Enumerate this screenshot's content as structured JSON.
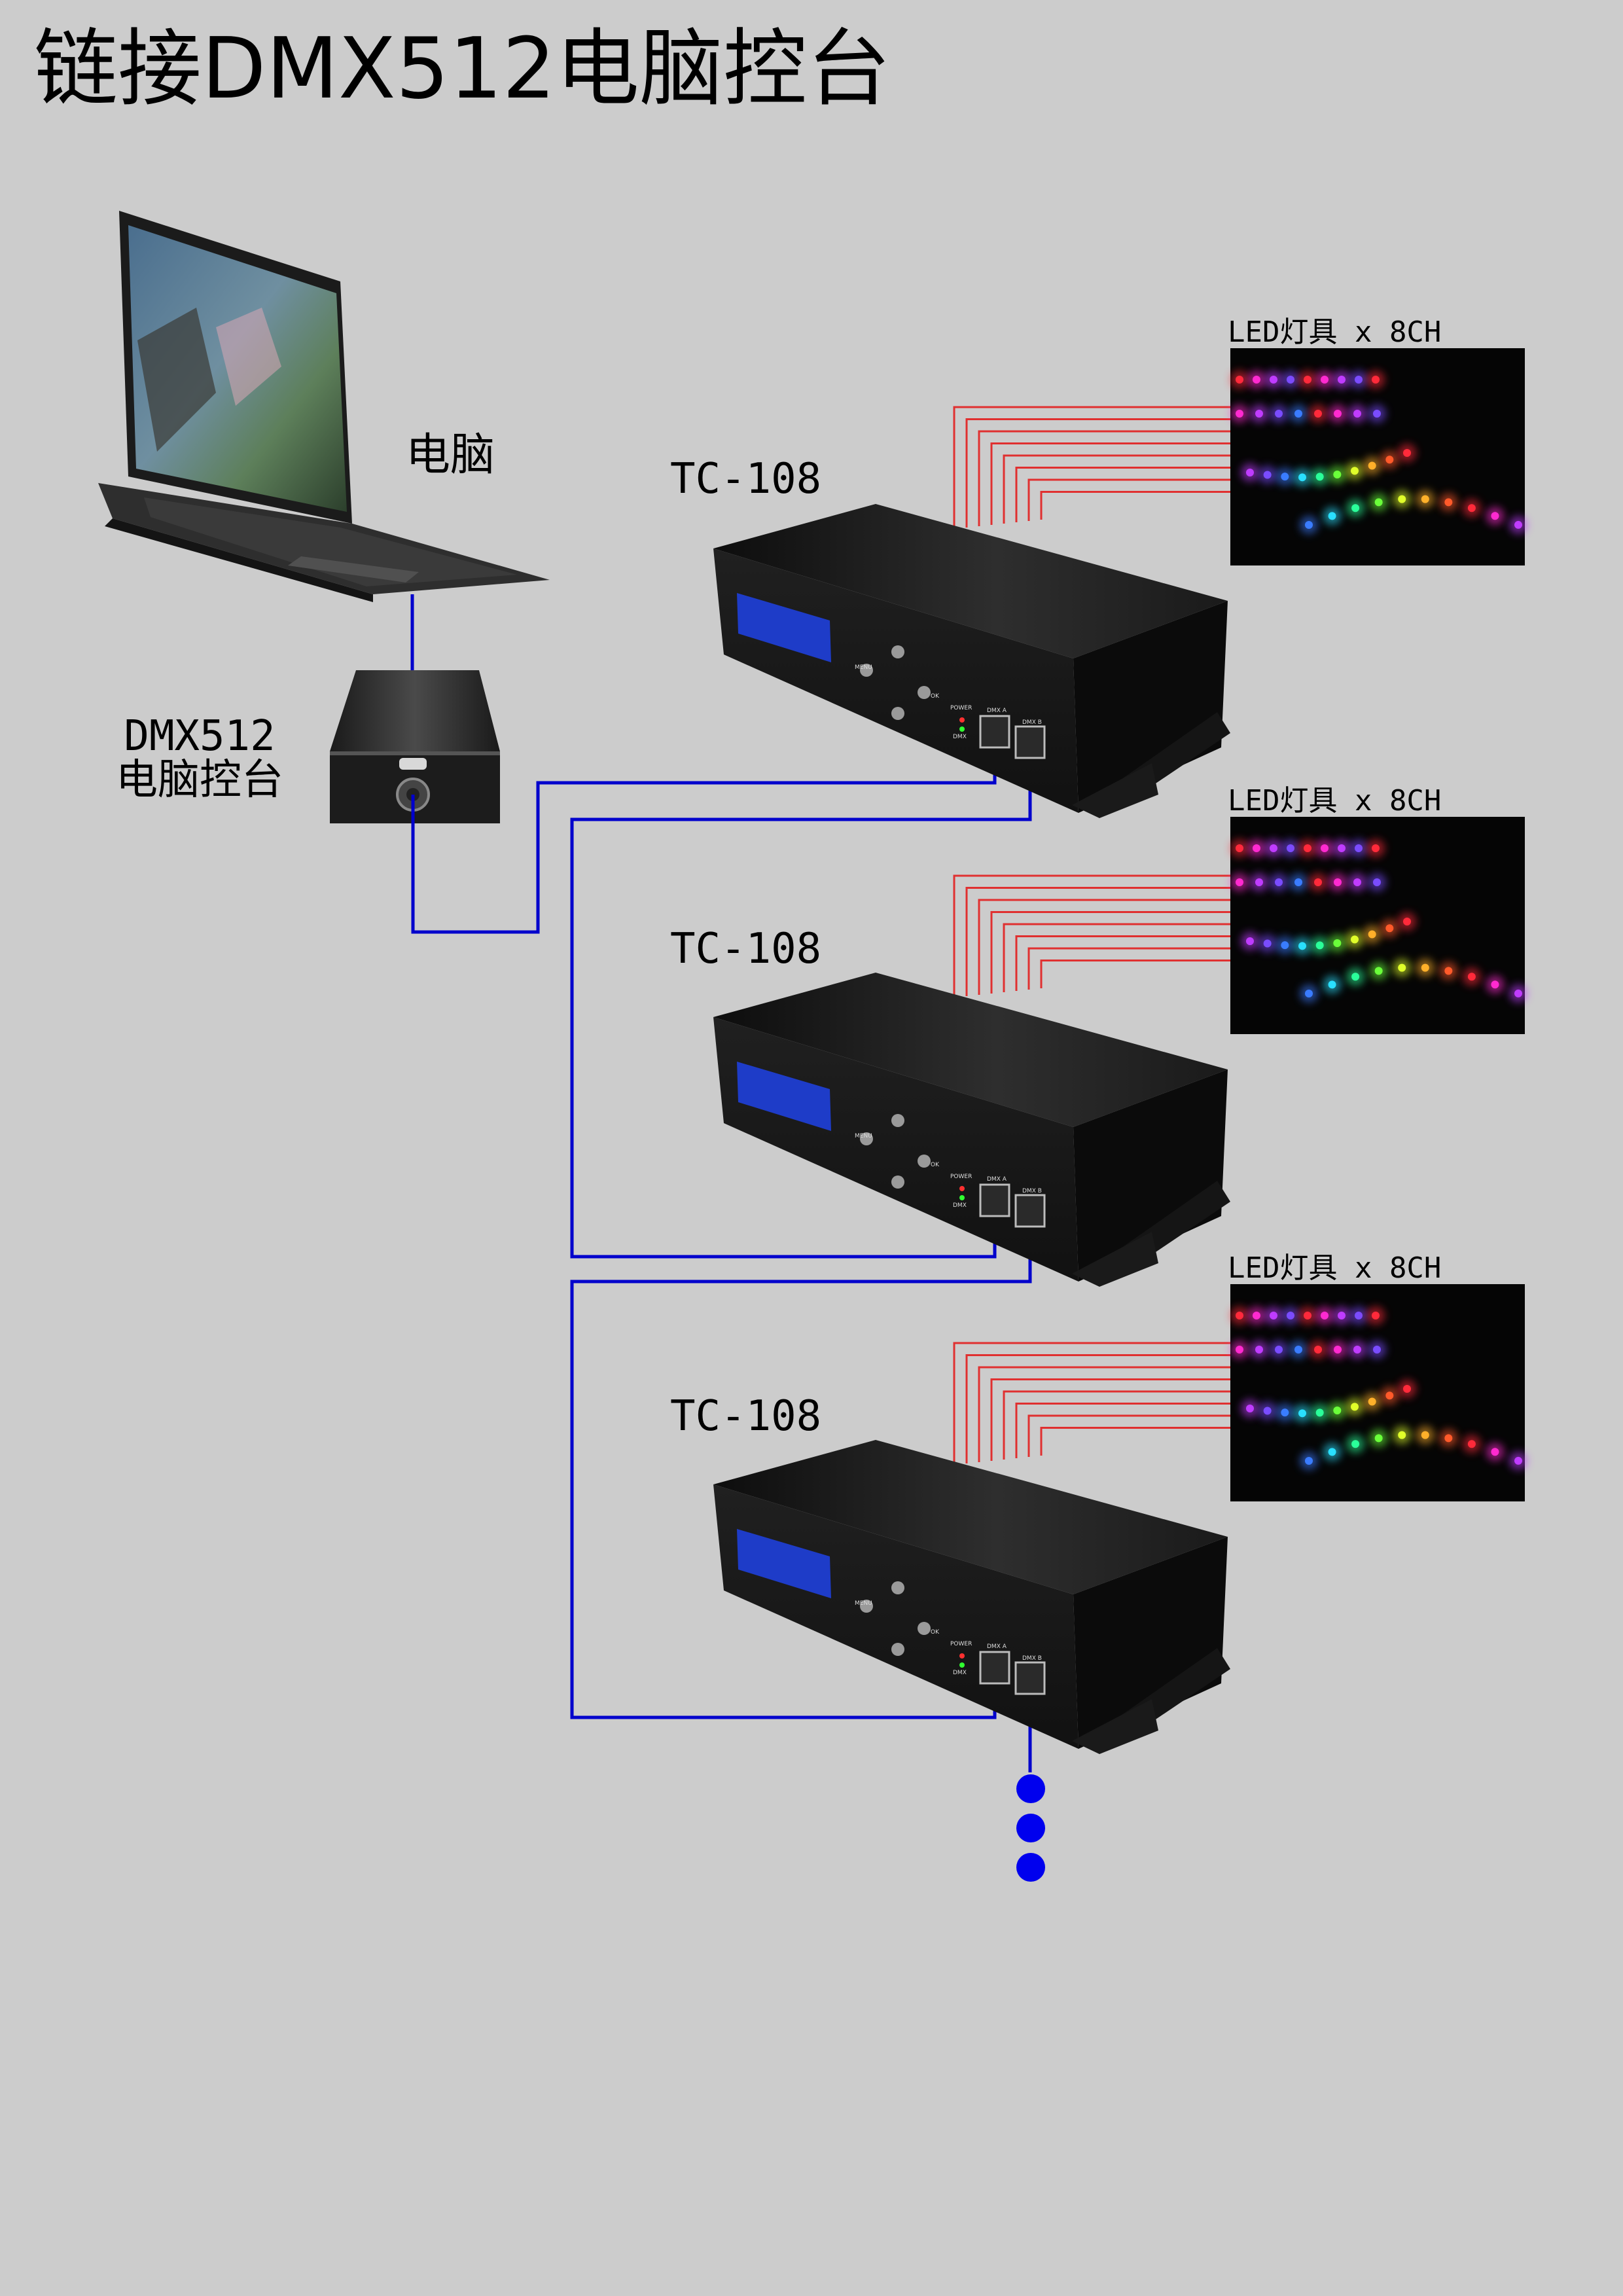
{
  "title": "链接DMX512电脑控台",
  "computer_label": "电脑",
  "console_label_line1": "DMX512",
  "console_label_line2": "电脑控台",
  "decoder_model": "TC-108",
  "led_label": "LED灯具 x 8CH",
  "device_panel": {
    "menu": "MENU",
    "ok": "OK",
    "power": "POWER",
    "dmx": "DMX",
    "port_a": "DMX A",
    "port_b": "DMX B"
  },
  "colors": {
    "background": "#cccccc",
    "dmx_cable": "#0000cc",
    "led_wire": "#e03030",
    "device_body": "#1e1e1e",
    "lcd": "#1e3cc8",
    "continuation_dot": "#0000ee"
  },
  "icons": [
    "laptop-icon",
    "dmx-interface-box-icon",
    "xlr-connector-icon",
    "led-strip-icon"
  ]
}
